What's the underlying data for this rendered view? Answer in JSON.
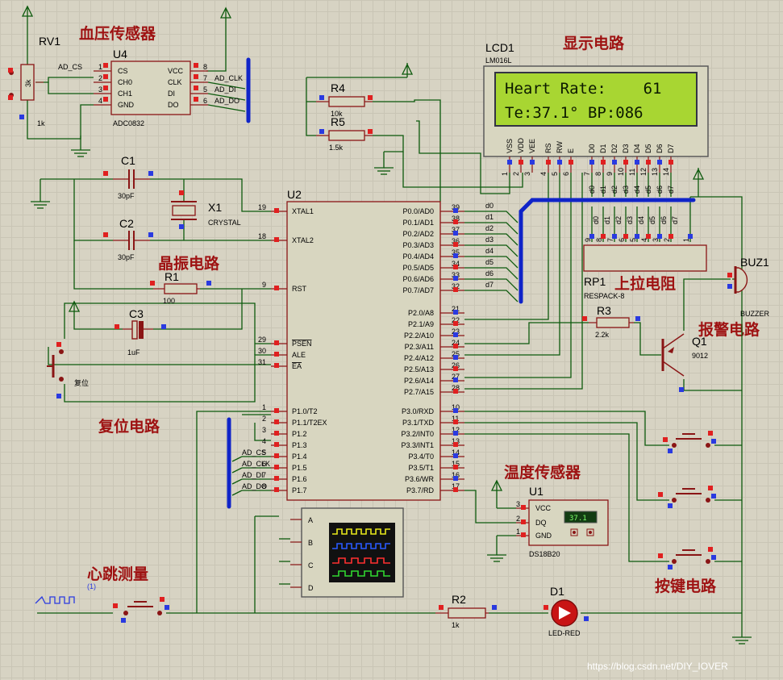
{
  "titles": {
    "bp_sensor": "血压传感器",
    "display": "显示电路",
    "crystal": "晶振电路",
    "reset": "复位电路",
    "pullup": "上拉电阻",
    "alarm": "报警电路",
    "temp": "温度传感器",
    "heartbeat": "心跳测量",
    "keys": "按键电路"
  },
  "components": {
    "rv1": {
      "ref": "RV1",
      "value": "1k",
      "body": "3k"
    },
    "u4": {
      "ref": "U4",
      "part": "ADC0832",
      "left_pins": [
        {
          "n": "1",
          "name": "CS"
        },
        {
          "n": "2",
          "name": "CH0"
        },
        {
          "n": "3",
          "name": "CH1"
        },
        {
          "n": "4",
          "name": "GND"
        }
      ],
      "right_pins": [
        {
          "n": "8",
          "name": "VCC"
        },
        {
          "n": "7",
          "name": "CLK"
        },
        {
          "n": "5",
          "name": "DI"
        },
        {
          "n": "6",
          "name": "DO"
        }
      ],
      "right_nets": [
        "AD_CLK",
        "AD_DI",
        "AD_DO"
      ],
      "cs_net": "AD_CS"
    },
    "lcd1": {
      "ref": "LCD1",
      "part": "LM016L",
      "line1": "Heart Rate:    61",
      "line2": "Te:37.1° BP:086",
      "pin_names": [
        "VSS",
        "VDD",
        "VEE",
        "RS",
        "RW",
        "E",
        "D0",
        "D1",
        "D2",
        "D3",
        "D4",
        "D5",
        "D6",
        "D7"
      ],
      "pin_nums": [
        "1",
        "2",
        "3",
        "4",
        "5",
        "6",
        "7",
        "8",
        "9",
        "10",
        "11",
        "12",
        "13",
        "14"
      ]
    },
    "r4": {
      "ref": "R4",
      "value": "10k"
    },
    "r5": {
      "ref": "R5",
      "value": "1.5k"
    },
    "c1": {
      "ref": "C1",
      "value": "30pF"
    },
    "c2": {
      "ref": "C2",
      "value": "30pF"
    },
    "x1": {
      "ref": "X1",
      "value": "CRYSTAL"
    },
    "r1": {
      "ref": "R1",
      "value": "100"
    },
    "c3": {
      "ref": "C3",
      "value": "1uF"
    },
    "reset_btn": {
      "label": "复位"
    },
    "u2": {
      "ref": "U2",
      "left": [
        {
          "n": "19",
          "name": "XTAL1"
        },
        {
          "n": "18",
          "name": "XTAL2"
        },
        {
          "n": "9",
          "name": "RST"
        },
        {
          "n": "29",
          "name": "PSEN"
        },
        {
          "n": "30",
          "name": "ALE"
        },
        {
          "n": "31",
          "name": "EA"
        },
        {
          "n": "1",
          "name": "P1.0/T2"
        },
        {
          "n": "2",
          "name": "P1.1/T2EX"
        },
        {
          "n": "3",
          "name": "P1.2"
        },
        {
          "n": "4",
          "name": "P1.3"
        },
        {
          "n": "5",
          "name": "P1.4"
        },
        {
          "n": "6",
          "name": "P1.5"
        },
        {
          "n": "7",
          "name": "P1.6"
        },
        {
          "n": "8",
          "name": "P1.7"
        }
      ],
      "right_p0": [
        {
          "n": "39",
          "name": "P0.0/AD0"
        },
        {
          "n": "38",
          "name": "P0.1/AD1"
        },
        {
          "n": "37",
          "name": "P0.2/AD2"
        },
        {
          "n": "36",
          "name": "P0.3/AD3"
        },
        {
          "n": "35",
          "name": "P0.4/AD4"
        },
        {
          "n": "34",
          "name": "P0.5/AD5"
        },
        {
          "n": "33",
          "name": "P0.6/AD6"
        },
        {
          "n": "32",
          "name": "P0.7/AD7"
        }
      ],
      "right_p2": [
        {
          "n": "21",
          "name": "P2.0/A8"
        },
        {
          "n": "22",
          "name": "P2.1/A9"
        },
        {
          "n": "23",
          "name": "P2.2/A10"
        },
        {
          "n": "24",
          "name": "P2.3/A11"
        },
        {
          "n": "25",
          "name": "P2.4/A12"
        },
        {
          "n": "26",
          "name": "P2.5/A13"
        },
        {
          "n": "27",
          "name": "P2.6/A14"
        },
        {
          "n": "28",
          "name": "P2.7/A15"
        }
      ],
      "right_p3": [
        {
          "n": "10",
          "name": "P3.0/RXD"
        },
        {
          "n": "11",
          "name": "P3.1/TXD"
        },
        {
          "n": "12",
          "name": "P3.2/INT0"
        },
        {
          "n": "13",
          "name": "P3.3/INT1"
        },
        {
          "n": "14",
          "name": "P3.4/T0"
        },
        {
          "n": "15",
          "name": "P3.5/T1"
        },
        {
          "n": "16",
          "name": "P3.6/WR"
        },
        {
          "n": "17",
          "name": "P3.7/RD"
        }
      ],
      "p0_nets": [
        "d0",
        "d1",
        "d2",
        "d3",
        "d4",
        "d5",
        "d6",
        "d7"
      ],
      "p1_nets": [
        "AD_CS",
        "AD_CLK",
        "AD_DI",
        "AD_DO"
      ]
    },
    "rp1": {
      "ref": "RP1",
      "part": "RESPACK-8",
      "pin_nums": [
        "9",
        "8",
        "7",
        "6",
        "5",
        "4",
        "3",
        "2",
        "1"
      ],
      "nets": [
        "d0",
        "d1",
        "d2",
        "d3",
        "d4",
        "d5",
        "d6",
        "d7"
      ]
    },
    "r3": {
      "ref": "R3",
      "value": "2.2k"
    },
    "buz1": {
      "ref": "BUZ1",
      "part": "BUZZER"
    },
    "q1": {
      "ref": "Q1",
      "part": "9012"
    },
    "u1": {
      "ref": "U1",
      "part": "DS18B20",
      "reading": "37.1",
      "pins": [
        {
          "n": "3",
          "name": "VCC"
        },
        {
          "n": "2",
          "name": "DQ"
        },
        {
          "n": "1",
          "name": "GND"
        }
      ]
    },
    "scope": {
      "channels": [
        "A",
        "B",
        "C",
        "D"
      ]
    },
    "gen": {
      "marker": "(1)"
    },
    "r2": {
      "ref": "R2",
      "value": "1k"
    },
    "d1": {
      "ref": "D1",
      "part": "LED-RED"
    }
  },
  "watermark": "https://blog.csdn.net/DIY_IOVER",
  "colors": {
    "wire": "#0d5a0d",
    "bus": "#1024c8",
    "title": "#9e1212",
    "body_border": "#8a1515",
    "lcd_bg": "#a8d632",
    "pin_dot_red": "#e02020",
    "pin_dot_blue": "#2a3ae0"
  }
}
